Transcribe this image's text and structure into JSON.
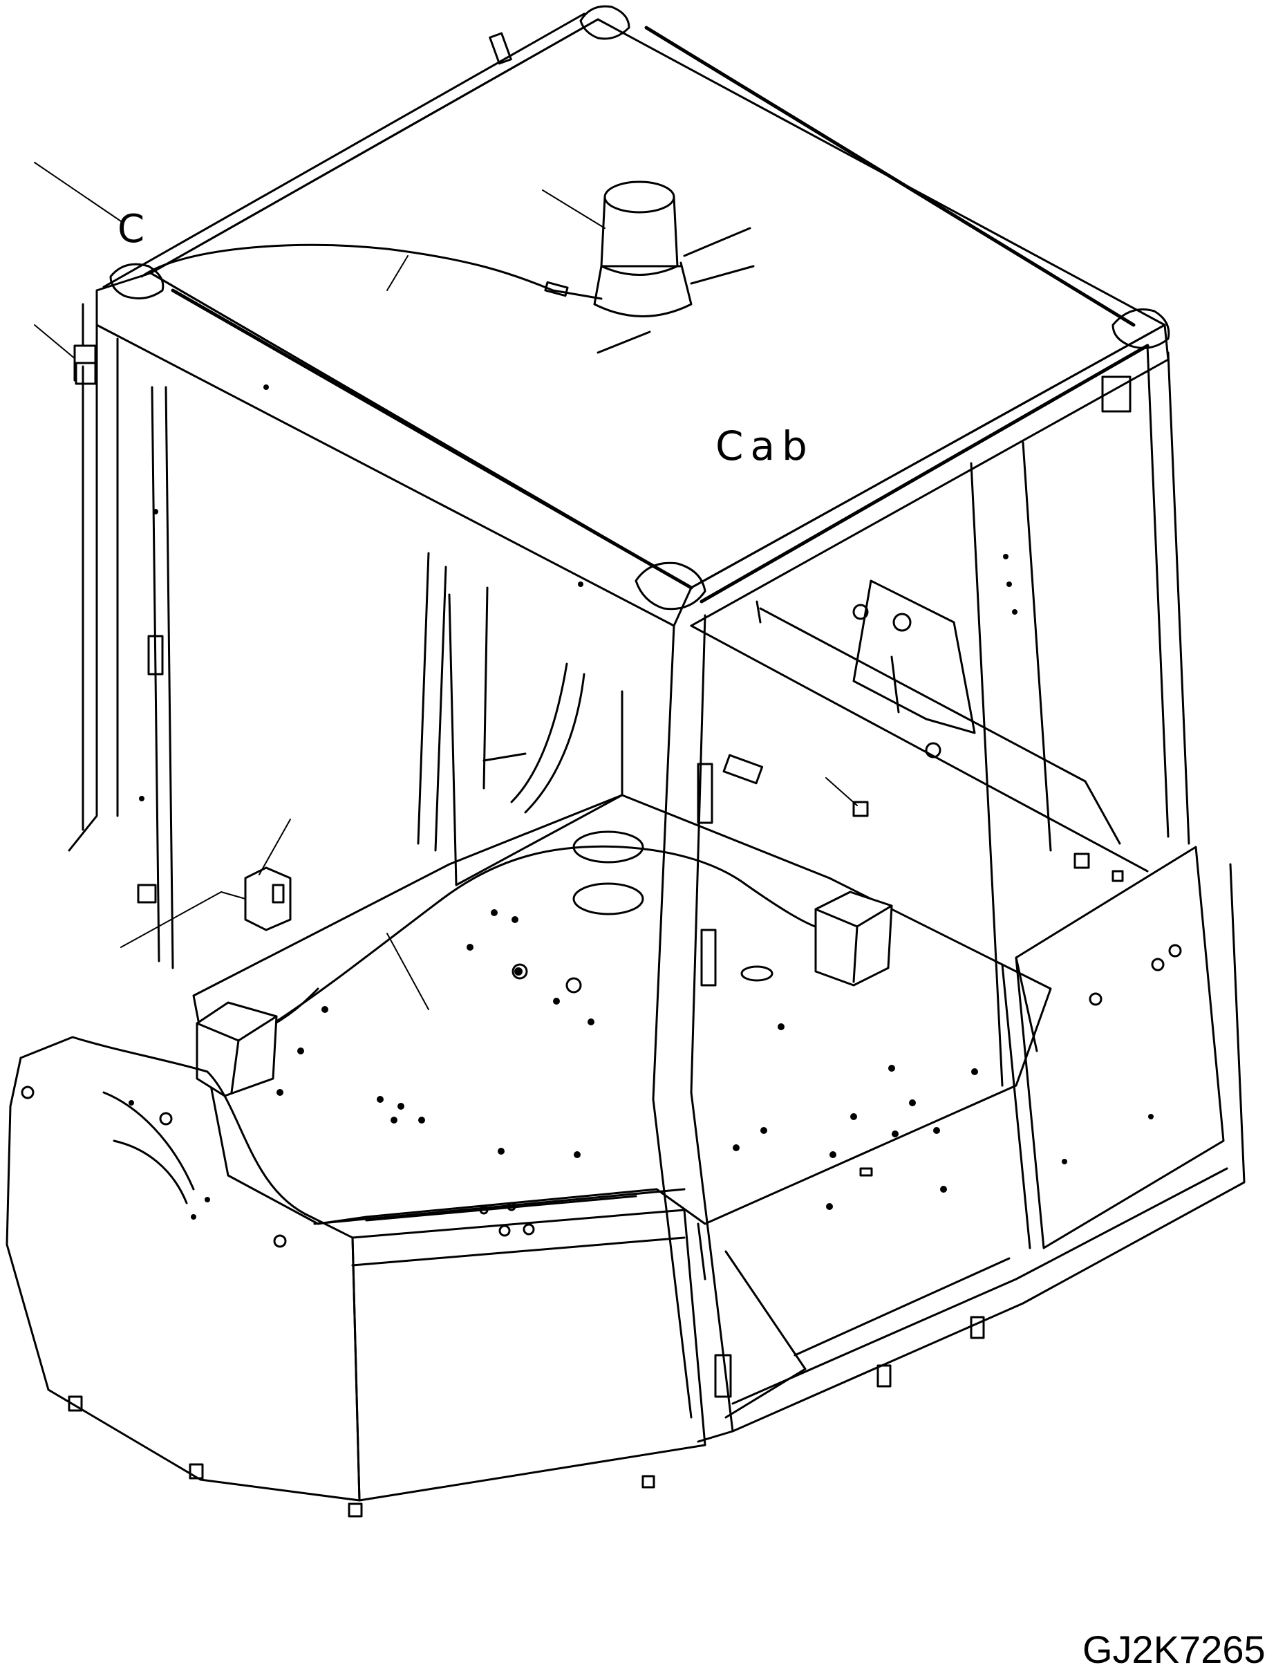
{
  "labels": {
    "cab": "Cab",
    "callout_c": "C",
    "drawing_id": "GJ2K7265"
  }
}
